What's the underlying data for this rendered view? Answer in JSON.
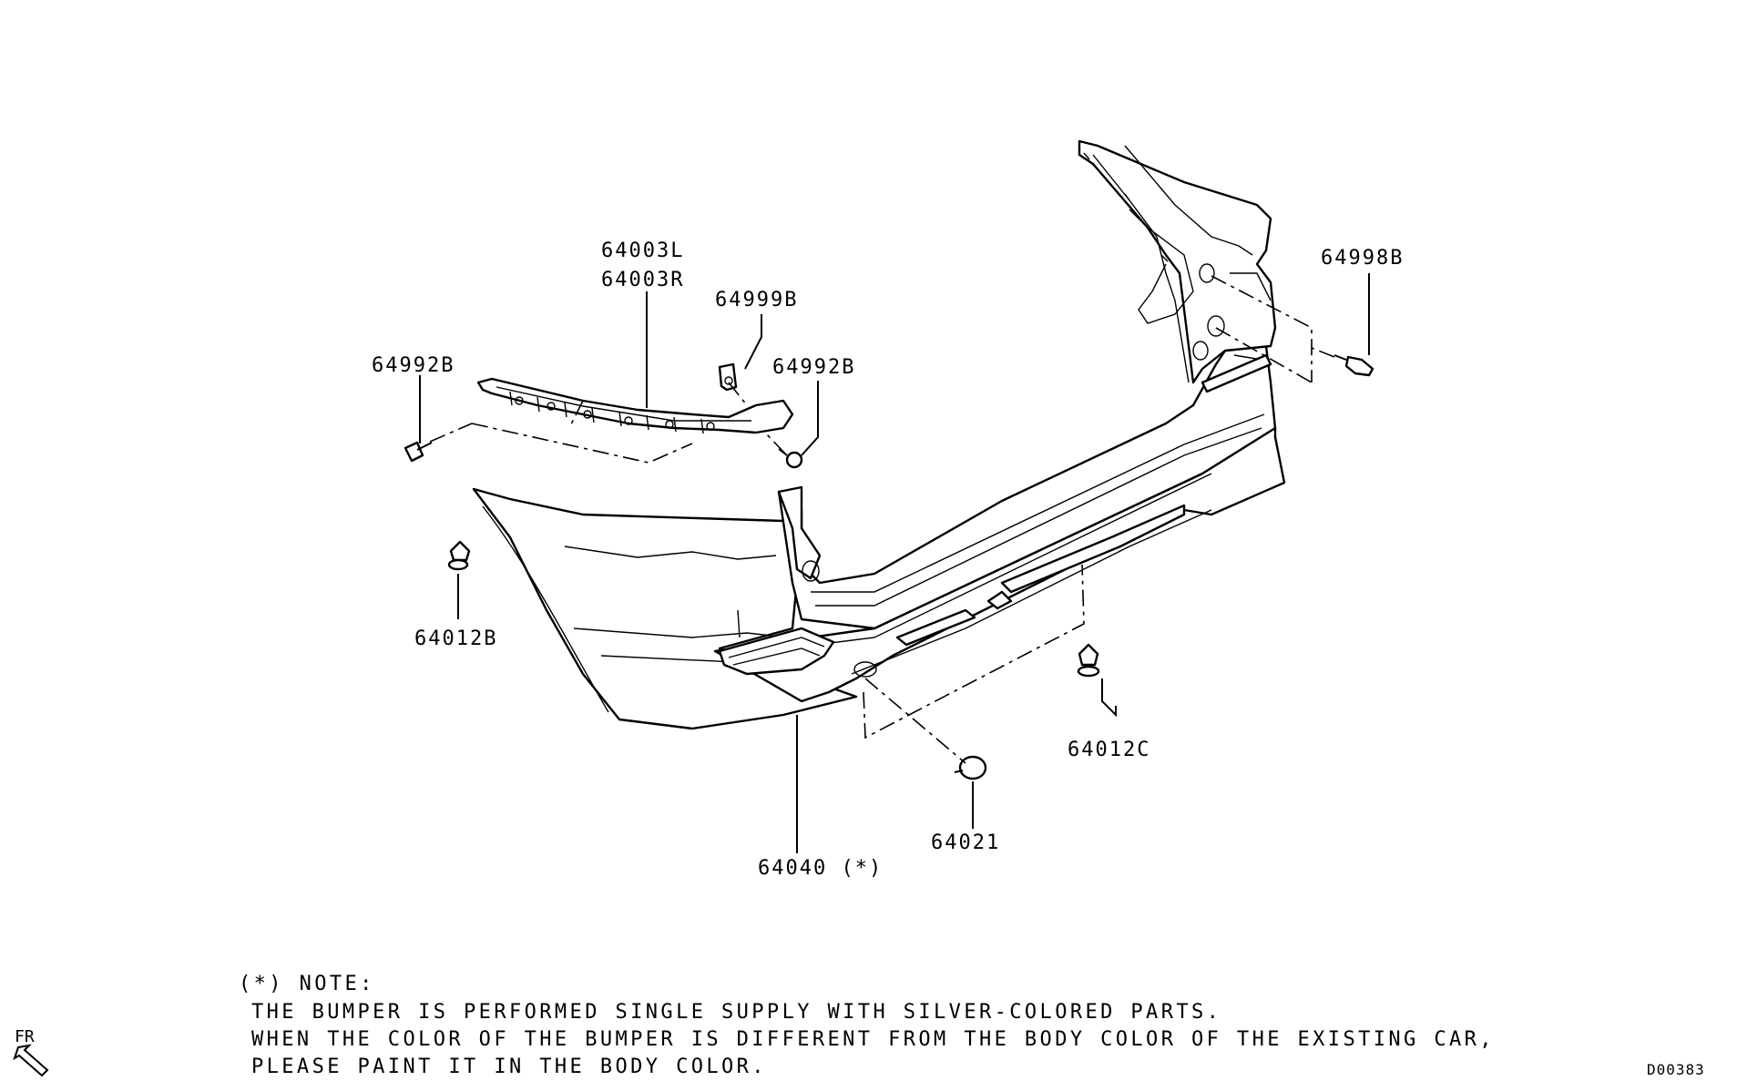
{
  "parts": {
    "p64003L": "64003L",
    "p64003R": "64003R",
    "p64999B": "64999B",
    "p64992B_left": "64992B",
    "p64992B_right": "64992B",
    "p64998B": "64998B",
    "p64012B": "64012B",
    "p64012C": "64012C",
    "p64021": "64021",
    "p64040": "64040 (*)"
  },
  "note": {
    "heading": "(*) NOTE:",
    "line1": "THE BUMPER IS PERFORMED SINGLE SUPPLY WITH SILVER-COLORED PARTS.",
    "line2": "WHEN THE COLOR OF THE BUMPER IS DIFFERENT FROM THE BODY COLOR OF THE EXISTING CAR,",
    "line3": "PLEASE PAINT IT IN THE BODY COLOR."
  },
  "direction_label": "FR",
  "drawing_code": "D00383"
}
